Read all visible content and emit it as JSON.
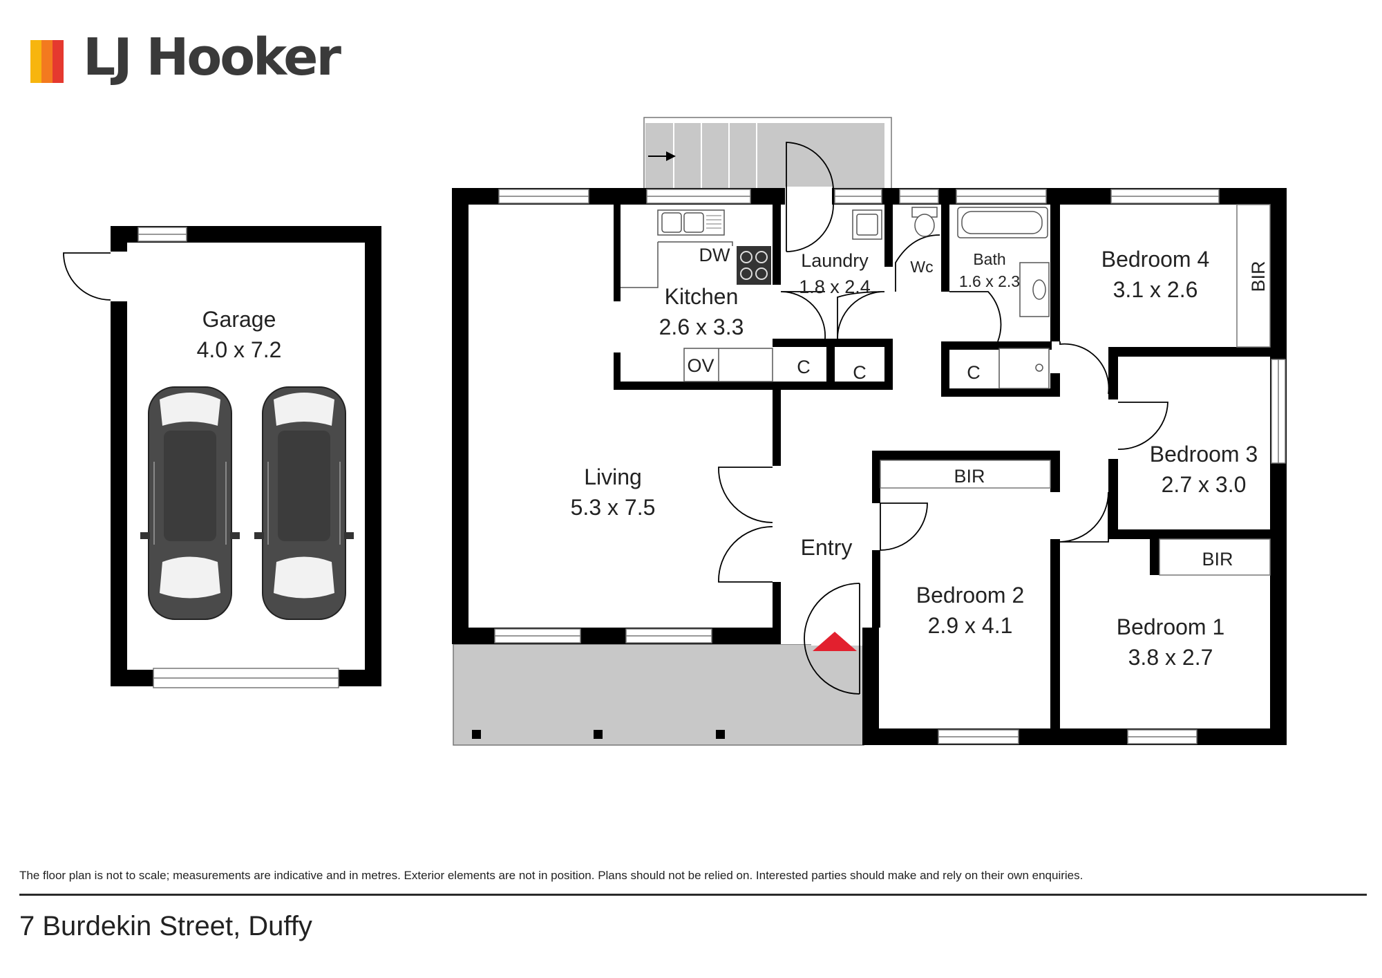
{
  "brand": {
    "name": "LJ Hooker",
    "bar_colors": [
      "#f7b50e",
      "#f37a1f",
      "#e5392f"
    ],
    "text_color": "#3a3a3a"
  },
  "colors": {
    "wall": "#000000",
    "deck": "#c8c8c8",
    "entry_marker": "#e2202e",
    "car_body": "#4a4a4a",
    "window_line": "#777777"
  },
  "rooms": {
    "garage": {
      "name": "Garage",
      "dims": "4.0 x 7.2"
    },
    "living": {
      "name": "Living",
      "dims": "5.3 x 7.5"
    },
    "kitchen": {
      "name": "Kitchen",
      "dims": "2.6 x 3.3"
    },
    "laundry": {
      "name": "Laundry",
      "dims": "1.8 x 2.4"
    },
    "bath": {
      "name": "Bath",
      "dims": "1.6 x 2.3"
    },
    "wc": {
      "name": "Wc"
    },
    "bedroom4": {
      "name": "Bedroom 4",
      "dims": "3.1 x 2.6"
    },
    "bedroom3": {
      "name": "Bedroom 3",
      "dims": "2.7 x 3.0"
    },
    "bedroom2": {
      "name": "Bedroom 2",
      "dims": "2.9 x 4.1"
    },
    "bedroom1": {
      "name": "Bedroom 1",
      "dims": "3.8 x 2.7"
    },
    "entry": {
      "name": "Entry"
    }
  },
  "fixtures": {
    "dw": "DW",
    "ov": "OV",
    "cupboard": "C",
    "bir": "BIR"
  },
  "icons": [
    "sink-icon",
    "cooktop-icon",
    "bathtub-icon",
    "toilet-icon",
    "basin-icon",
    "shower-icon",
    "car-icon",
    "entry-arrow-icon",
    "stairs-arrow-icon"
  ],
  "disclaimer": "The floor plan is not to scale; measurements are indicative and in metres. Exterior elements are not in position. Plans should not be relied on. Interested parties should make and rely on their own enquiries.",
  "address": "7 Burdekin Street, Duffy"
}
